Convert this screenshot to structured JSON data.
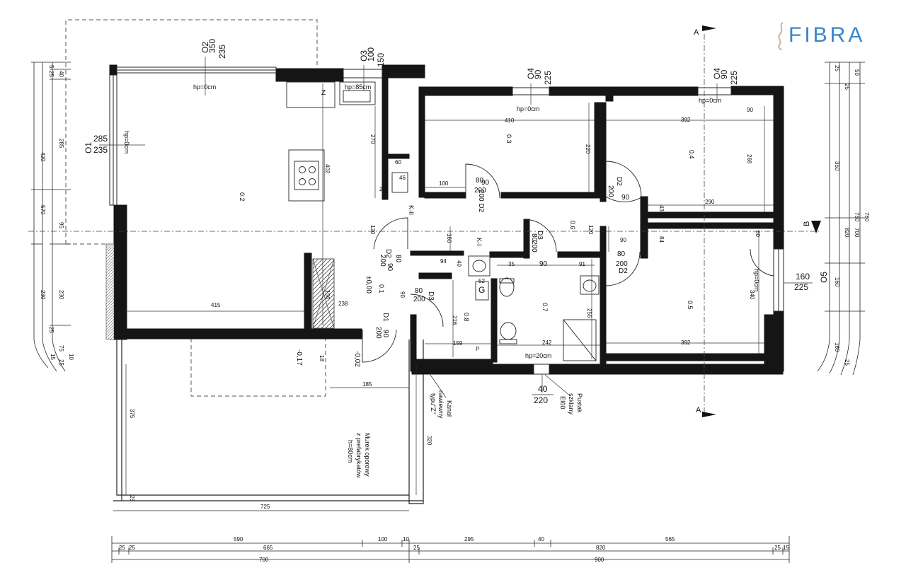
{
  "brand": {
    "logo_text": "FIBRA",
    "color": "#3a86c8"
  },
  "section_markers": {
    "a": "A",
    "b": "B"
  },
  "windows": [
    {
      "id": "O2",
      "w": "350",
      "h": "235"
    },
    {
      "id": "O3",
      "w": "100",
      "h": "150"
    },
    {
      "id": "O4a",
      "code": "O4",
      "w": "90",
      "h": "225"
    },
    {
      "id": "O4b",
      "code": "O4",
      "w": "90",
      "h": "225"
    },
    {
      "id": "O1",
      "w": "285",
      "h": "235"
    },
    {
      "id": "O5",
      "w": "160",
      "h": "225"
    }
  ],
  "sill_heights": {
    "hp0": "hp=0cm",
    "hp85": "hp=85cm",
    "hp20": "hp=20cm"
  },
  "rooms": [
    {
      "id": "0.1",
      "label": "0.1"
    },
    {
      "id": "0.2",
      "label": "0.2"
    },
    {
      "id": "0.3",
      "label": "0.3"
    },
    {
      "id": "0.4",
      "label": "0.4"
    },
    {
      "id": "0.5",
      "label": "0.5"
    },
    {
      "id": "0.6",
      "label": "0.6"
    },
    {
      "id": "0.7",
      "label": "0.7"
    },
    {
      "id": "0.8",
      "label": "0.8"
    }
  ],
  "doors": {
    "d1": "D1",
    "d2": "D2",
    "d3": "D3",
    "w80": "80",
    "w90": "90",
    "h200": "200",
    "ref_d2": "200 D2"
  },
  "fixture_labels": {
    "k2": "K-II",
    "k1": "K-I",
    "g": "G",
    "z": "Z",
    "p": "P"
  },
  "levels": {
    "floor": "±0,00",
    "l1": "-0,17",
    "l2": "-0,02"
  },
  "annotations": {
    "kanal": [
      "Kanał",
      "nawiewny",
      "typu\"Z\""
    ],
    "pustak": [
      "Pustak",
      "szklany",
      "EI60"
    ],
    "pustak_dims": {
      "w": "40",
      "h": "220"
    },
    "murek": [
      "Murek oporowy",
      "z prefabrykatów",
      "h=80cm"
    ]
  },
  "dimensions": {
    "top_row_1": [
      "590",
      "100",
      "10",
      "295",
      "40",
      "565"
    ],
    "top_row_2": [
      "25",
      "25",
      "665",
      "25",
      "820",
      "25",
      "15"
    ],
    "top_row_3": [
      "700",
      "900"
    ],
    "left_outer": [
      "420",
      "570",
      "230"
    ],
    "left_inner": [
      "5",
      "25",
      "40",
      "285",
      "95",
      "230",
      "25",
      "75",
      "25",
      "15",
      "10"
    ],
    "right_outer": [
      "750",
      "760"
    ],
    "right_inner": [
      "350",
      "820",
      "700",
      "160",
      "160",
      "25",
      "25",
      "50",
      "25"
    ],
    "interior": {
      "d270": "270",
      "d402": "402",
      "d60": "60",
      "d46": "46",
      "d24": "24",
      "d100": "100",
      "d90": "90",
      "d410": "410",
      "d220": "220",
      "d392": "392",
      "d268": "268",
      "d290": "290",
      "d43": "43",
      "d84": "84",
      "d340": "340",
      "d415": "415",
      "d238": "238",
      "d159": "159",
      "d242": "242",
      "d256": "256",
      "d216": "216",
      "d156": "156",
      "d120": "120",
      "d160": "160",
      "d94": "94",
      "d52": "52",
      "d35": "35",
      "d91": "91",
      "d40": "40",
      "d18": "18",
      "d185": "185",
      "d375": "375",
      "d320": "320",
      "d725": "725"
    }
  }
}
